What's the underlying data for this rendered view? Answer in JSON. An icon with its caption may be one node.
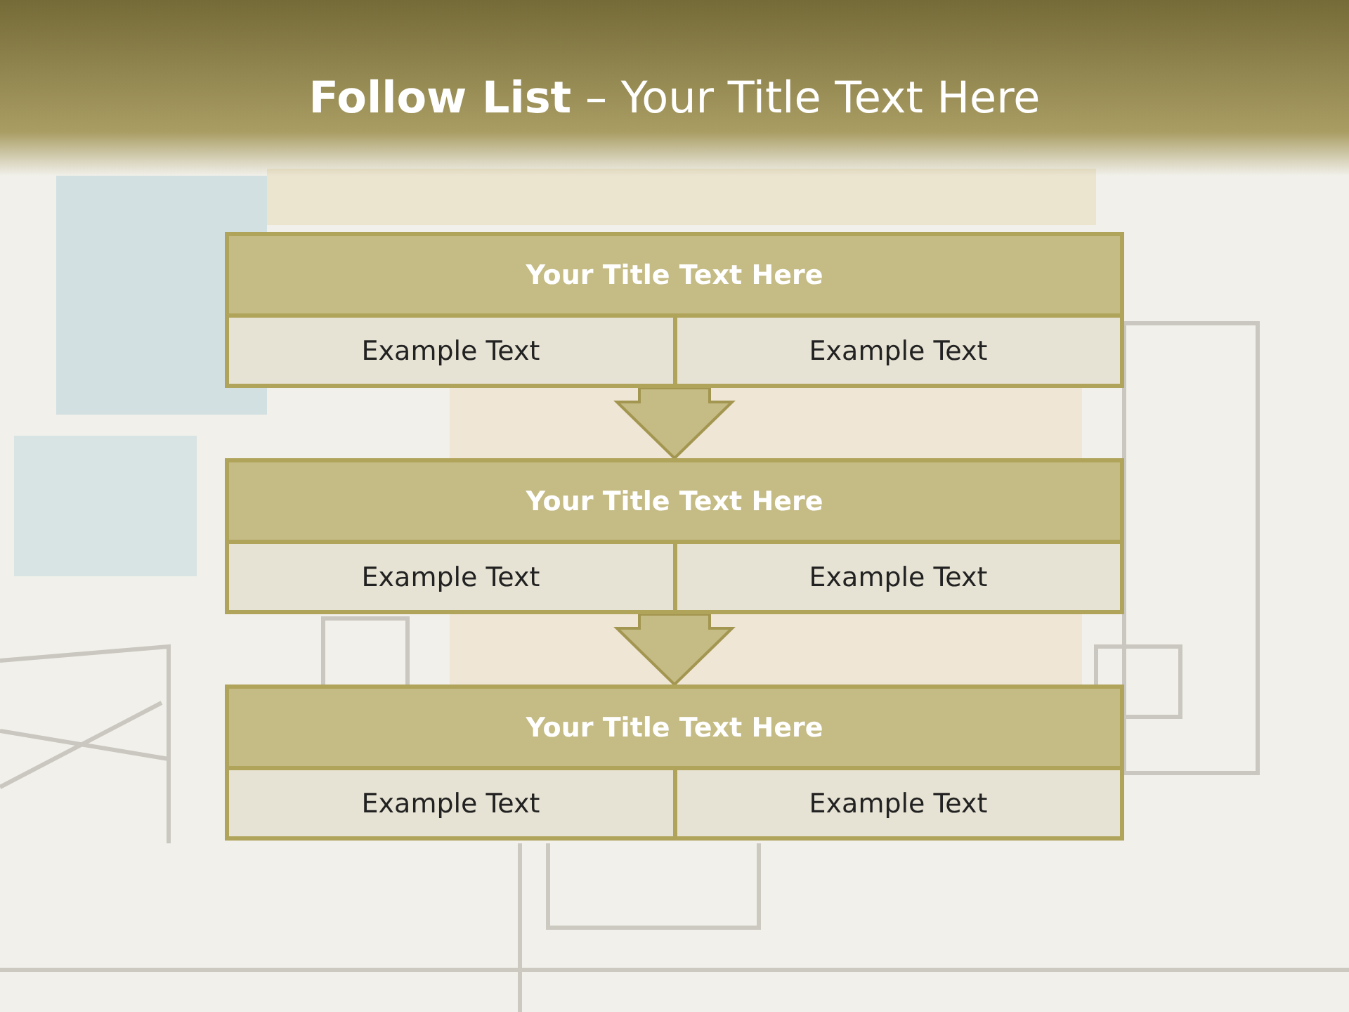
{
  "diagram": {
    "title": "**Follow List** – Your Title Text Here",
    "nodes": [
      {
        "text": [],
        "shape": "box"
      },
      {
        "text": [
          "Your Title Text Here"
        ],
        "in": 0
      },
      {
        "text": [
          "Example Text"
        ],
        "in": 0
      },
      {
        "text": [
          "Example Text"
        ],
        "in": 0
      },
      {
        "text": [],
        "shape": "box"
      },
      {
        "text": [
          "Your Title Text Here"
        ],
        "in": 4
      },
      {
        "text": [
          "Example Text"
        ],
        "in": 4
      },
      {
        "text": [
          "Example Text"
        ],
        "in": 4
      },
      {
        "text": [],
        "shape": "box"
      },
      {
        "text": [
          "Your Title Text Here"
        ],
        "in": 8
      },
      {
        "text": [
          "Example Text"
        ],
        "in": 8
      },
      {
        "text": [
          "Example Text"
        ],
        "in": 8
      }
    ],
    "edges": [
      {
        "from": 0,
        "to": 4,
        "arrow": "to",
        "style": "thick"
      },
      {
        "from": 4,
        "to": 8,
        "arrow": "to",
        "style": "thick"
      }
    ]
  }
}
